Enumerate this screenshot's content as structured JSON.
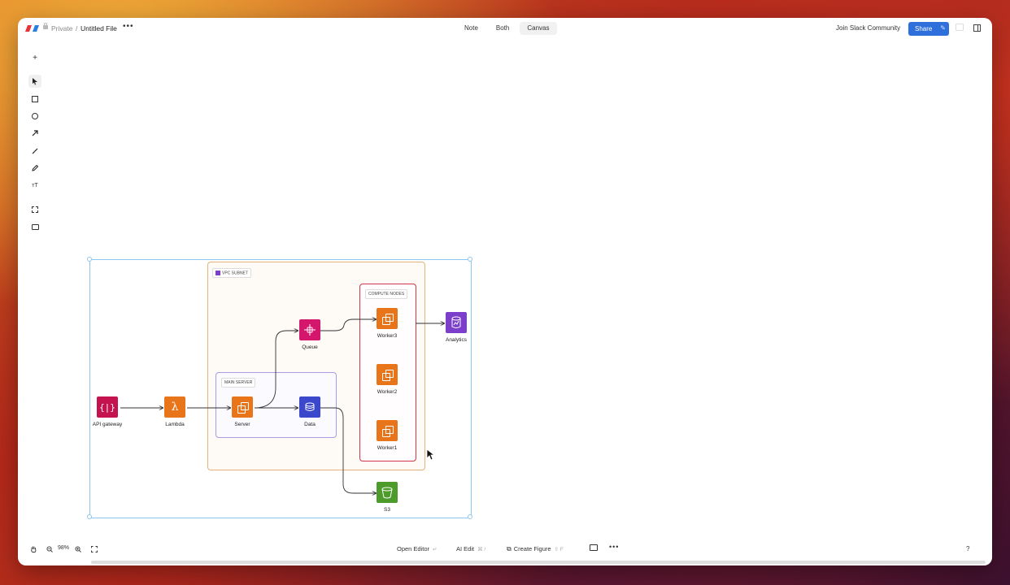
{
  "topbar": {
    "breadcrumb_private": "Private",
    "separator": "/",
    "file_name": "Untitled File",
    "more": "•••",
    "modes": [
      "Note",
      "Both",
      "Canvas"
    ],
    "active_mode": "Canvas",
    "slack_link": "Join Slack Community",
    "share_label": "Share"
  },
  "diagram": {
    "groups": {
      "vpc": "VPC SUBNET",
      "compute": "COMPUTE NODES",
      "main_server": "MAIN SERVER"
    },
    "nodes": {
      "api_gateway": "API gateway",
      "lambda": "Lambda",
      "server": "Server",
      "data": "Data",
      "queue": "Queue",
      "worker3": "Worker3",
      "worker2": "Worker2",
      "worker1": "Worker1",
      "analytics": "Analytics",
      "s3": "S3"
    }
  },
  "bottom": {
    "zoom": "98%",
    "open_editor": "Open Editor",
    "open_editor_kbd": "↵",
    "ai_edit": "AI Edit",
    "ai_edit_kbd": "⌘ /",
    "create_figure": "Create Figure",
    "create_figure_kbd": "⇧ F",
    "help": "?"
  },
  "colors": {
    "accent": "#2f6fdb",
    "selection": "#8ec7ee",
    "vpc_border": "#e7b27c",
    "compute_border": "#d1364b",
    "main_server_border": "#a99be0",
    "api_gateway": "#c4134f",
    "lambda": "#e8751a",
    "queue": "#d4166c",
    "data": "#3b48cc",
    "analytics": "#7c3fcc",
    "s3": "#4d9b2a"
  },
  "icons": [
    "plus-icon",
    "pointer-icon",
    "rectangle-icon",
    "ellipse-icon",
    "arrow-icon",
    "line-icon",
    "pencil-icon",
    "text-icon",
    "frame-icon",
    "comment-icon",
    "hand-icon",
    "zoom-out-icon",
    "zoom-in-icon",
    "fit-icon"
  ]
}
